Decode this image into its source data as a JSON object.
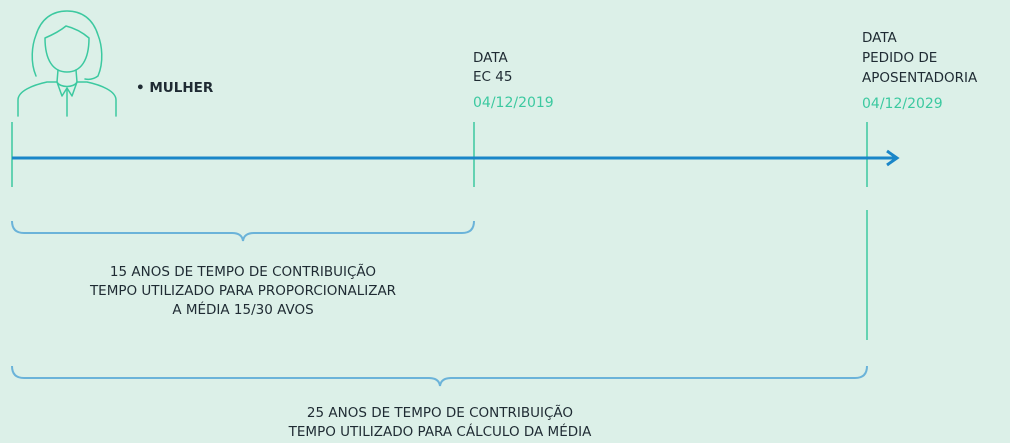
{
  "person": {
    "label": "• MULHER"
  },
  "markers": [
    {
      "lines": [
        "DATA",
        "EC 45"
      ],
      "date": "04/12/2019"
    },
    {
      "lines": [
        "DATA",
        "PEDIDO DE",
        "APOSENTADORIA"
      ],
      "date": "04/12/2029"
    }
  ],
  "brace_short": {
    "lines": [
      "15 ANOS DE TEMPO DE CONTRIBUIÇÃO",
      "TEMPO UTILIZADO PARA PROPORCIONALIZAR",
      "A MÉDIA 15/30 AVOS"
    ]
  },
  "brace_long": {
    "lines": [
      "25 ANOS DE TEMPO DE CONTRIBUIÇÃO",
      "TEMPO UTILIZADO PARA CÁLCULO DA MÉDIA"
    ]
  },
  "colors": {
    "background": "#dcf0e8",
    "timeline": "#1a86c8",
    "ticks": "#3cc9a0",
    "braces": "#6bb3d9",
    "date_text": "#3cc9a0",
    "text": "#1f2b33"
  }
}
